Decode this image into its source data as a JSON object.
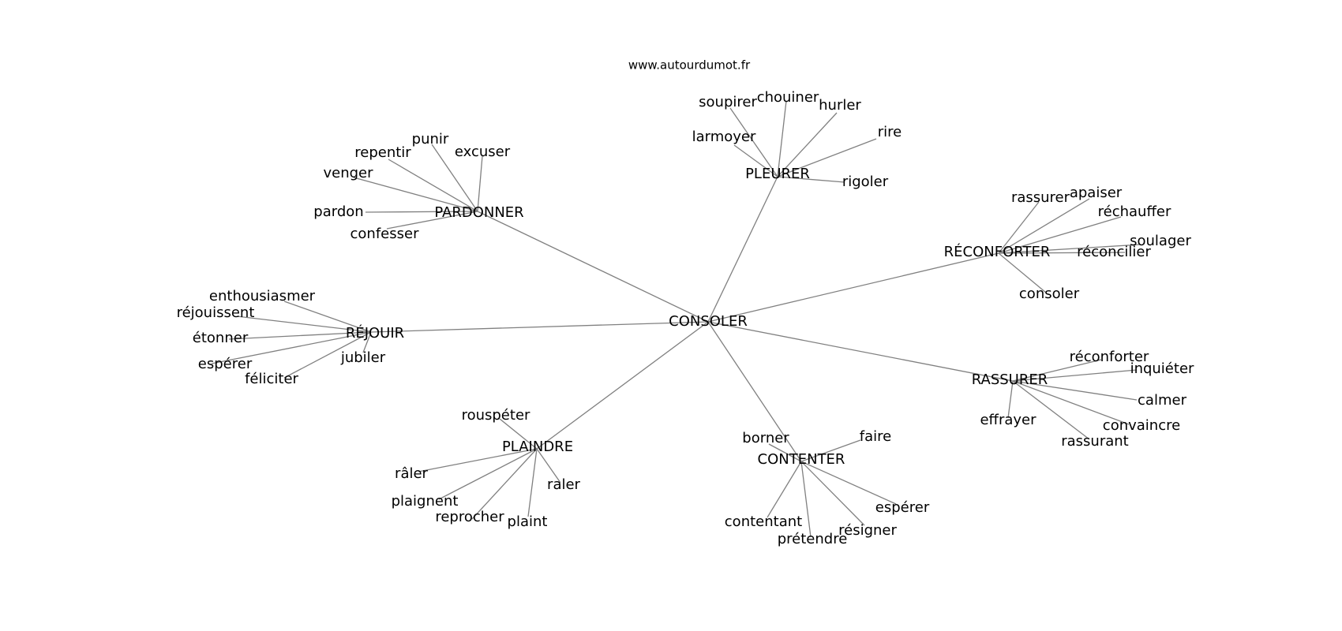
{
  "source": "www.autourdumot.fr",
  "center": "CONSOLER",
  "clusters": [
    {
      "hub": "PLEURER",
      "words": [
        "soupirer",
        "chouiner",
        "hurler",
        "rire",
        "larmoyer",
        "rigoler"
      ]
    },
    {
      "hub": "PARDONNER",
      "words": [
        "punir",
        "excuser",
        "repentir",
        "venger",
        "pardon",
        "confesser"
      ]
    },
    {
      "hub": "RÉCONFORTER",
      "words": [
        "rassurer",
        "apaiser",
        "réchauffer",
        "soulager",
        "réconcilier",
        "consoler"
      ]
    },
    {
      "hub": "RÉJOUIR",
      "words": [
        "enthousiasmer",
        "réjouissent",
        "étonner",
        "espérer",
        "féliciter",
        "jubiler"
      ]
    },
    {
      "hub": "RASSURER",
      "words": [
        "réconforter",
        "inquiéter",
        "calmer",
        "convaincre",
        "rassurant",
        "effrayer"
      ]
    },
    {
      "hub": "PLAINDRE",
      "words": [
        "rouspéter",
        "râler",
        "plaignent",
        "reprocher",
        "plaint",
        "raler"
      ]
    },
    {
      "hub": "CONTENTER",
      "words": [
        "borner",
        "faire",
        "espérer",
        "résigner",
        "prétendre",
        "contentant"
      ]
    }
  ]
}
